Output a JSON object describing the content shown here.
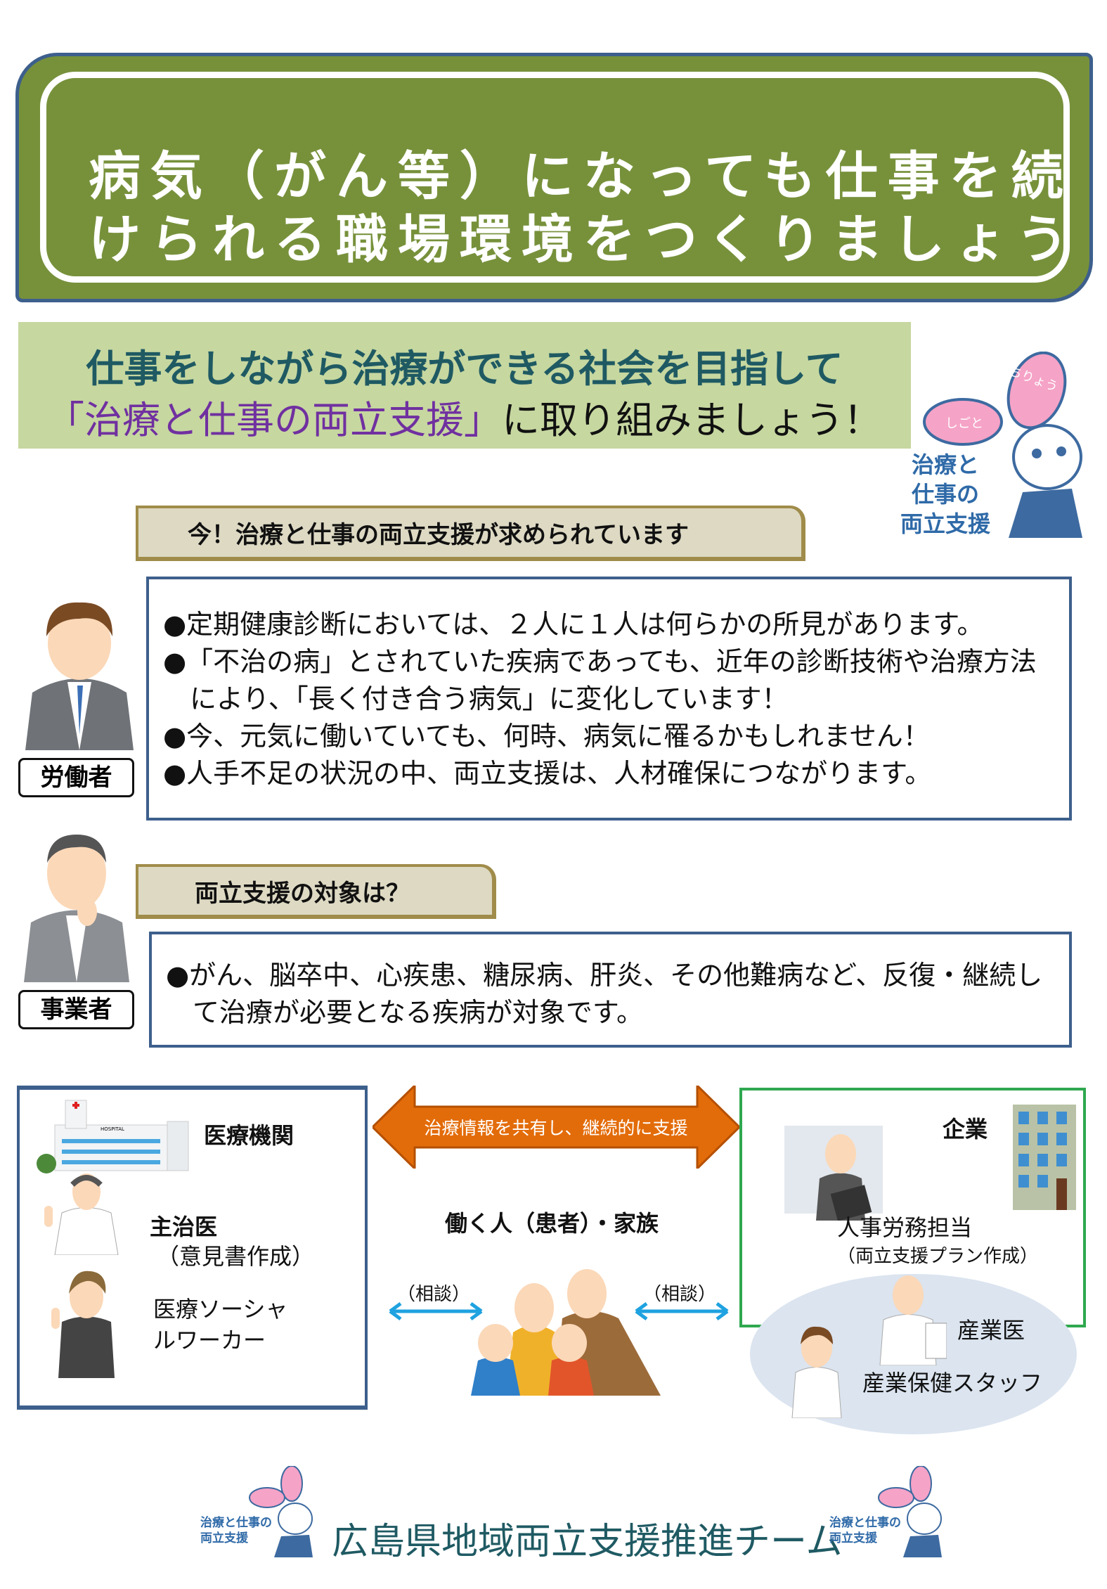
{
  "header": {
    "line1": "病気（がん等）になっても仕事を続",
    "line2": "けられる職場環境をつくりましょう"
  },
  "subtitle": {
    "line1": "仕事をしながら治療ができる社会を目指して",
    "line2_highlight": "「治療と仕事の両立支援」",
    "line2_rest": "に取り組みましょう！"
  },
  "mascot": {
    "ear1": "ちりょう",
    "ear2": "しごと",
    "caption": [
      "治療と",
      "仕事の",
      "両立支援"
    ]
  },
  "section1": {
    "heading": "今！治療と仕事の両立支援が求められています",
    "role_label": "労働者",
    "bullets": [
      "●定期健康診断においては、２人に１人は何らかの所見があります。",
      "●「不治の病」とされていた疾病であっても、近年の診断技術や治療方法により、「長く付き合う病気」に変化しています！",
      "●今、元気に働いていても、何時、病気に罹るかもしれません！",
      "●人手不足の状況の中、両立支援は、人材確保につながります。"
    ]
  },
  "section2": {
    "heading": "両立支援の対象は？",
    "role_label": "事業者",
    "bullets": [
      "●がん、脳卒中、心疾患、糖尿病、肝炎、その他難病など、反復・継続して治療が必要となる疾病が対象です。"
    ]
  },
  "diagram": {
    "medical": {
      "title": "医療機関",
      "hospital_sign": "HOSPITAL",
      "doctor": "主治医",
      "doctor_note": "（意見書作成）",
      "social_worker": "医療ソーシャルワーカー"
    },
    "arrow_text": "治療情報を共有し、継続的に支援",
    "center": "働く人（患者）・家族",
    "consult_left": "（相談）",
    "consult_right": "（相談）",
    "company": {
      "title": "企業",
      "hr": "人事労務担当",
      "hr_note": "（両立支援プラン作成）",
      "occ_doctor": "産業医",
      "staff": "産業保健スタッフ"
    }
  },
  "footer": {
    "team": "広島県地域両立支援推進チーム",
    "logo_caption": [
      "治療と仕事の",
      "両立支援"
    ]
  },
  "colors": {
    "header_green": "#77913b",
    "border_blue": "#3d5f8c",
    "sub_bg": "#c6d7a0",
    "purple": "#7030a0",
    "orange": "#e36c0a",
    "arrow_blue": "#1fa2e0",
    "company_green": "#2fa84f"
  }
}
